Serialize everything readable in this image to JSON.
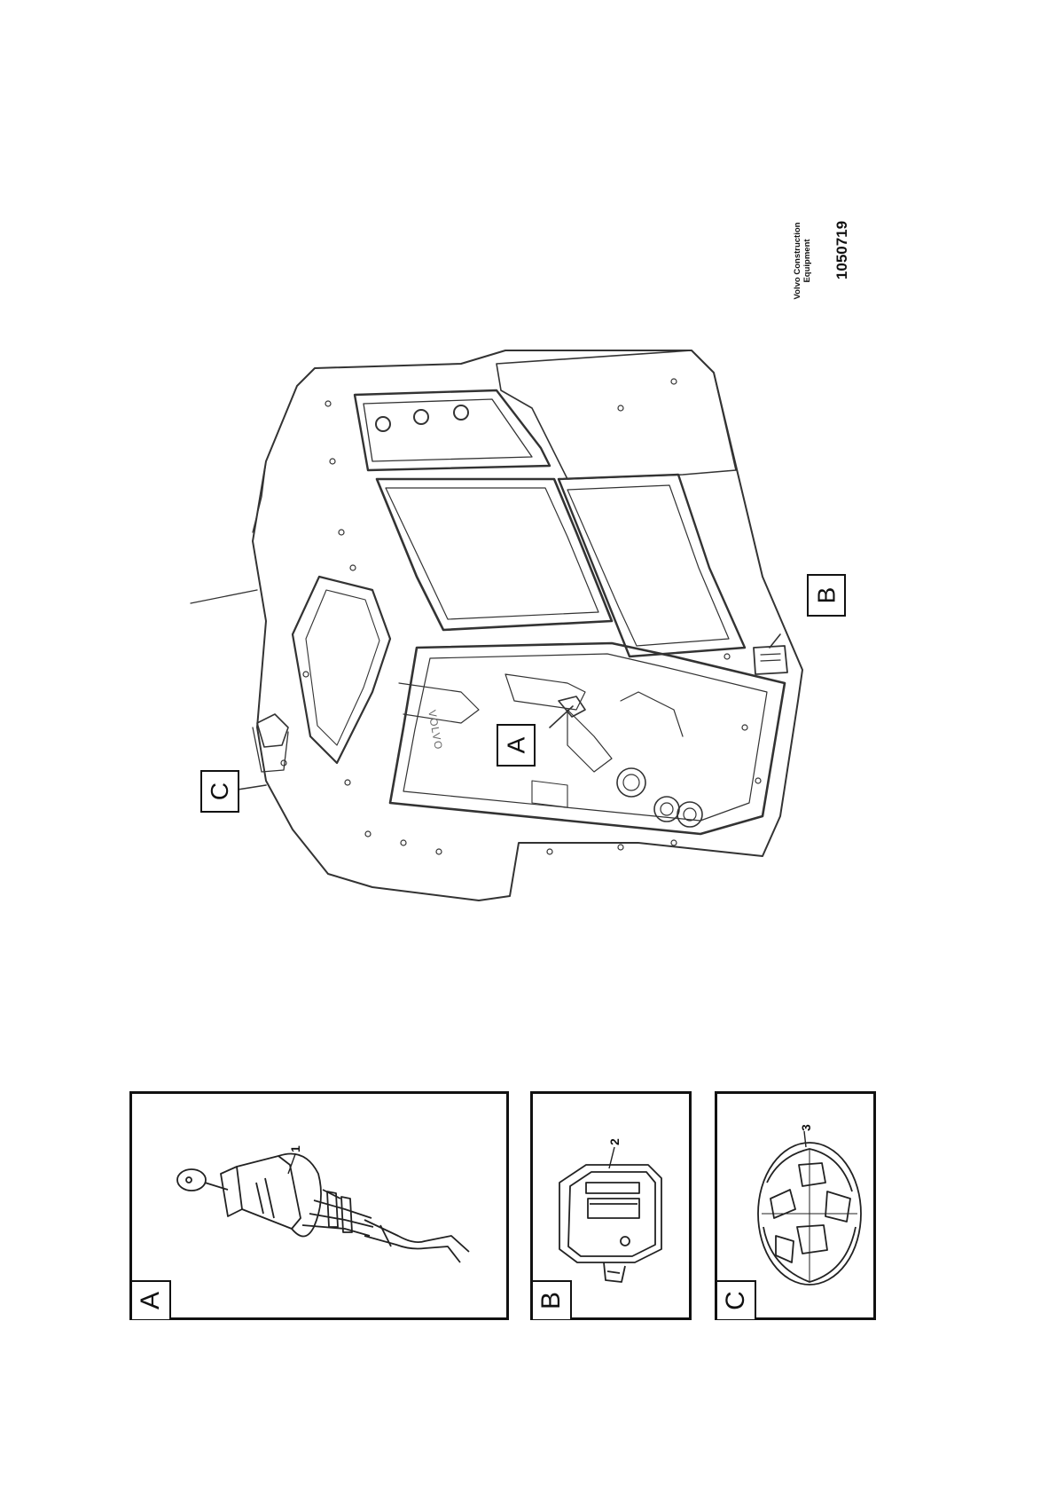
{
  "source": {
    "credit_line_1": "Volvo Construction",
    "credit_line_2": "Equipment",
    "number": "1050719"
  },
  "callouts": {
    "a": "A",
    "b": "B",
    "c": "C"
  },
  "detail_panels": [
    {
      "letter": "A",
      "item_number": "1",
      "component": "ignition-switch-with-key"
    },
    {
      "letter": "B",
      "item_number": "2",
      "component": "door-handle"
    },
    {
      "letter": "C",
      "item_number": "3",
      "component": "fuel-cap"
    }
  ],
  "cab_badge_text": "VOLVO"
}
